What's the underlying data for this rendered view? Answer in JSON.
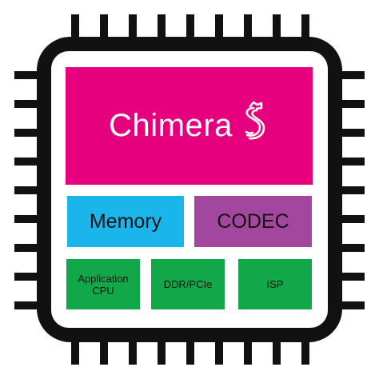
{
  "colors": {
    "pin": "#111111",
    "chip_frame": "#111111",
    "chip_inner": "#ffffff",
    "main": "#e6007e",
    "memory": "#1ab5ea",
    "codec": "#a2479d",
    "core": "#12a84a"
  },
  "main_block": {
    "brand": "Chimera",
    "logo_icon": "serpent-s-logo"
  },
  "memory_block": {
    "label": "Memory"
  },
  "codec_block": {
    "label": "CODEC"
  },
  "cores": [
    {
      "label": "Application\nCPU"
    },
    {
      "label": "DDR/PCIe"
    },
    {
      "label": "ISP"
    }
  ]
}
